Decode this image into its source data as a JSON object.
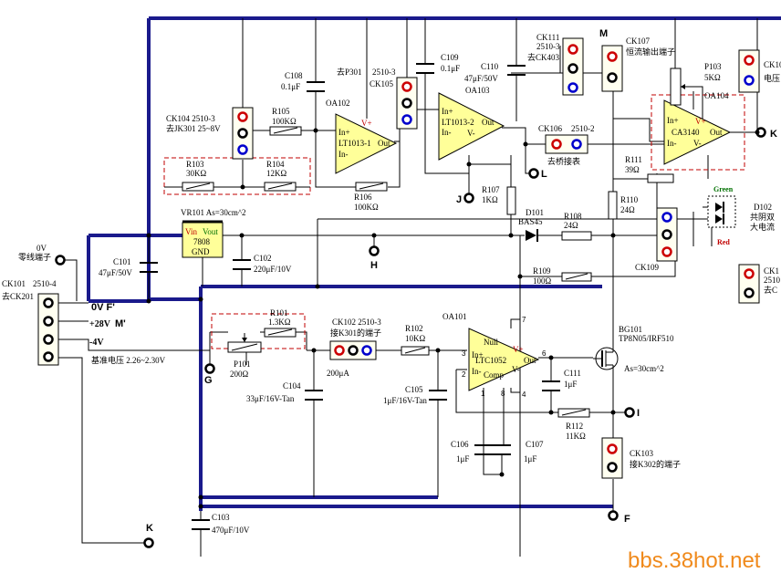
{
  "labels": {
    "ck104": "CK104  2510-3",
    "ck104_sub": "去JK301  25~8V",
    "r105": "R105",
    "r105_val": "100KΩ",
    "c108": "C108",
    "c108_val": "0.1μF",
    "oa102": "OA102",
    "ck105_dest": "去P301",
    "ck105_part": "2510-3",
    "ck105": "CK105",
    "c109": "C109",
    "c109_val": "0.1μF",
    "c110": "C110",
    "c110_val": "47μF/50V",
    "oa103": "OA103",
    "ck111": "CK111",
    "ck111_part": "2510-3",
    "ck111_sub": "去CK403",
    "m_top": "M",
    "ck107": "CK107",
    "ck107_sub": "恒流输出端子",
    "p103": "P103",
    "p103_val": "5KΩ",
    "oa104": "OA104",
    "ck10_right": "CK10",
    "ck10_right_sub": "电压",
    "r103": "R103",
    "r103_val": "30KΩ",
    "r104": "R104",
    "r104_val": "12KΩ",
    "lt1013_1": "LT1013-1",
    "lt1013_2": "LT1013-2",
    "ca3140": "CA3140",
    "ck106": "CK106",
    "ck106_part": "2510-2",
    "ck106_sub": "去桥接表",
    "r106": "R106",
    "r106_val": "100KΩ",
    "l_node": "L",
    "j_node": "J",
    "r107": "R107",
    "r107_val": "1KΩ",
    "r111": "R111",
    "r111_val": "39Ω",
    "k_right": "K",
    "green": "Green",
    "red": "Red",
    "d102": "D102",
    "d102_sub1": "共阴双",
    "d102_sub2": "大电流",
    "vr101": "VR101  As=30cm^2",
    "vin": "Vin",
    "vout": "Vout",
    "reg_num": "7808",
    "gnd": "GND",
    "d101": "D101",
    "d101_val": "BAS45",
    "r108": "R108",
    "r108_val": "24Ω",
    "r110": "R110",
    "r110_val": "24Ω",
    "ov_top": "0V",
    "ov_sub": "零线端子",
    "c101": "C101",
    "c101_val": "47μF/50V",
    "c102": "C102",
    "c102_val": "220μF/10V",
    "h_node": "H",
    "ck109": "CK109",
    "r109": "R109",
    "r109_val": "100Ω",
    "ck1_right": "CK1",
    "ck1_right_sub1": "2510",
    "ck1_right_sub2": "去C",
    "ck101": "CK101",
    "ck101_part": "2510-4",
    "ck101_sub": "去CK201",
    "ovf": "0V F'",
    "p28": "+28V",
    "m_prime": "M'",
    "m4": "-4V",
    "ref": "基准电压  2.26~2.30V",
    "r101": "R101",
    "r101_val": "1.3KΩ",
    "ck102": "CK102  2510-3",
    "ck102_sub": "接K301的端子",
    "r102": "R102",
    "r102_val": "10KΩ",
    "oa101": "OA101",
    "ltc1052": "LTC1052",
    "null": "Null",
    "comp": "Comp",
    "bg101": "BG101",
    "bg101_val": "TP8N05/IRF510",
    "bg101_as": "As=30cm^2",
    "g_node": "G",
    "p101": "P101",
    "p101_val": "200Ω",
    "c104": "C104",
    "c104_val": "33μF/16V-Tan",
    "ua200": "200μA",
    "c105": "C105",
    "c105_val": "1μF/16V-Tan",
    "c111": "C111",
    "c111_val": "1μF",
    "i_node": "I",
    "r112": "R112",
    "r112_val": "11KΩ",
    "c106": "C106",
    "c106_val": "1μF",
    "c107": "C107",
    "c107_val": "1μF",
    "ck103": "CK103",
    "ck103_sub": "接K302的端子",
    "k_bottom": "K",
    "c103": "C103",
    "c103_val": "470μF/10V",
    "f_node": "F",
    "in_plus": "In+",
    "in_minus": "In-",
    "out": "Out",
    "v_plus": "V+",
    "v_minus": "V-",
    "pin3": "3",
    "pin2": "2",
    "pin1": "1",
    "pin8": "8",
    "pin7": "7",
    "pin6": "6",
    "pin4": "4",
    "watermark": "bbs.38hot.net"
  },
  "colors": {
    "bus": "#1a1a8c",
    "opamp_fill": "#ffff99",
    "dash": "#c00000",
    "watermark": "#f08a1c",
    "pin_red": "#cc0000",
    "pin_blue": "#0000cc"
  },
  "icons": [
    "connector-pin-icon",
    "diode-icon",
    "led-icon",
    "capacitor-icon",
    "resistor-icon",
    "mosfet-icon",
    "potentiometer-icon"
  ]
}
